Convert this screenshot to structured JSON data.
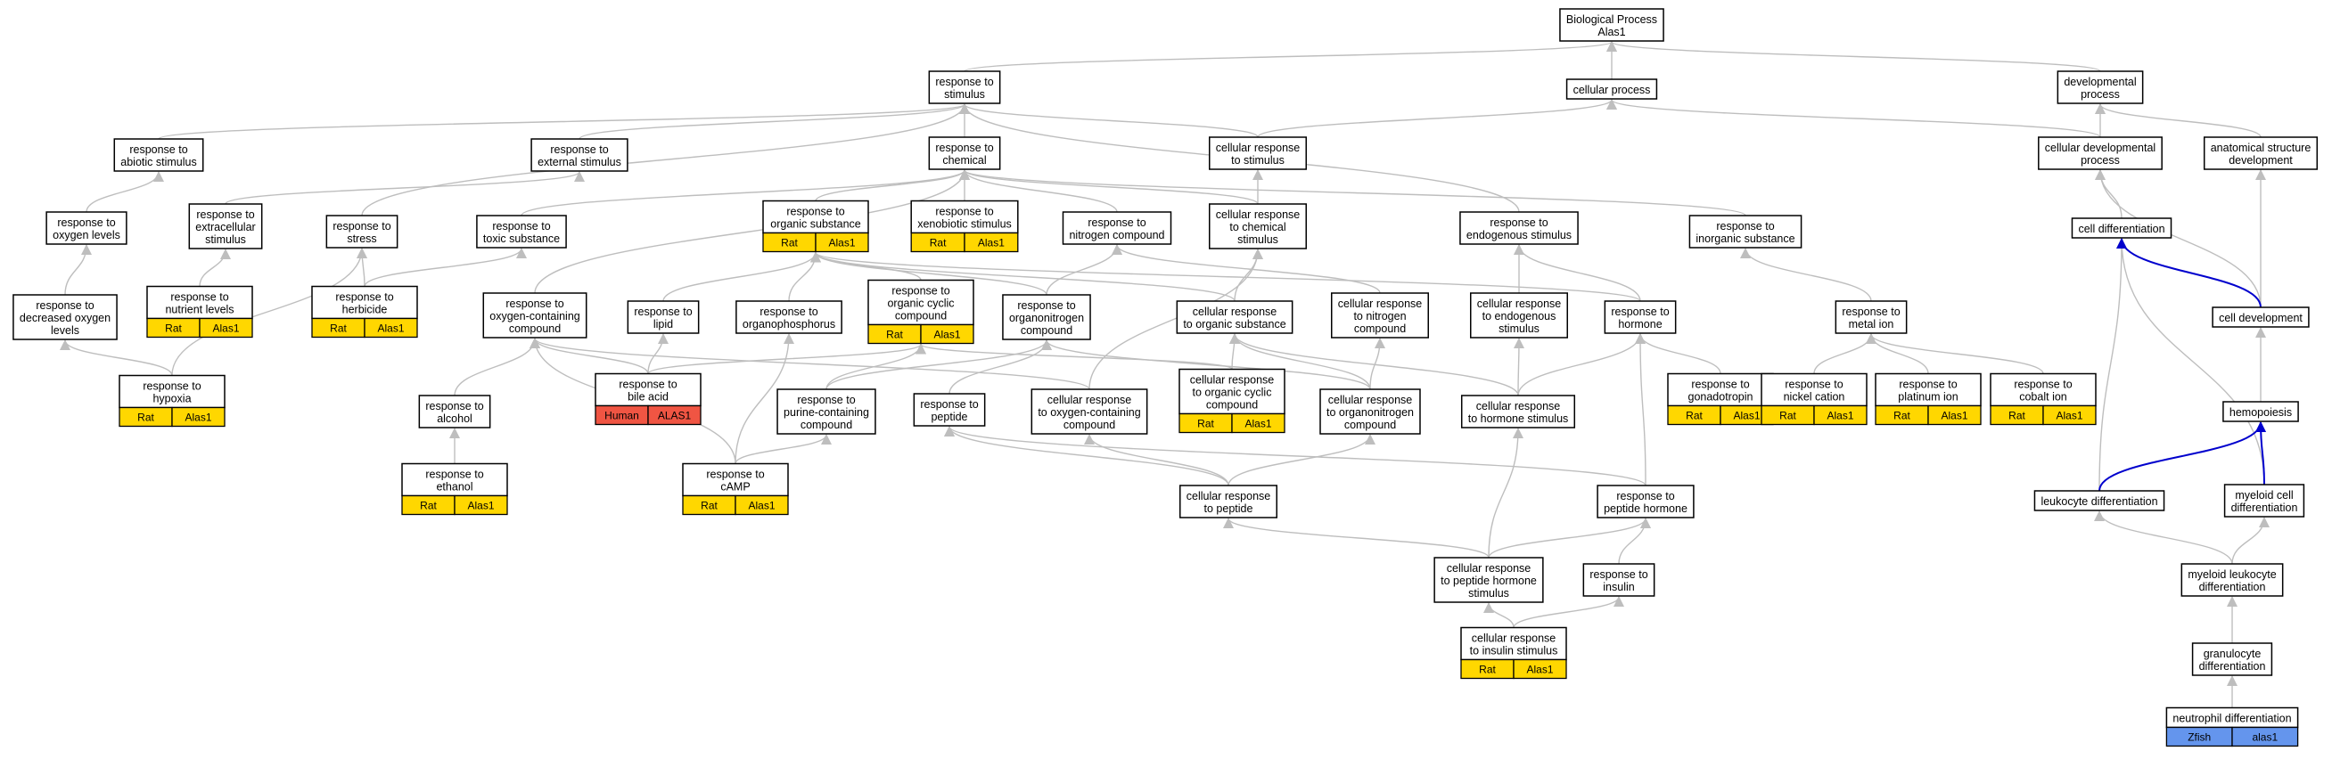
{
  "colors": {
    "rat": "#FFD700",
    "human": "#F05543",
    "zfish": "#6495ED",
    "edge_gray": "#BEBEBE",
    "edge_blue": "#0000CD"
  },
  "nodes": {
    "bp": [
      "Biological Process",
      "Alas1"
    ],
    "rstim": [
      "response to",
      "stimulus"
    ],
    "cproc": [
      "cellular process"
    ],
    "devp": [
      "developmental",
      "process"
    ],
    "rabio": [
      "response to",
      "abiotic stimulus"
    ],
    "rext": [
      "response to",
      "external stimulus"
    ],
    "rchem": [
      "response to",
      "chemical"
    ],
    "crstim": [
      "cellular response",
      "to stimulus"
    ],
    "cdev": [
      "cellular developmental",
      "process"
    ],
    "asdev": [
      "anatomical structure",
      "development"
    ],
    "roxy": [
      "response to",
      "oxygen levels"
    ],
    "rextc": [
      "response to",
      "extracellular",
      "stimulus"
    ],
    "rstress": [
      "response to",
      "stress"
    ],
    "rtox": [
      "response to",
      "toxic substance"
    ],
    "rorg": [
      "response to",
      "organic substance"
    ],
    "rxeno": [
      "response to",
      "xenobiotic stimulus"
    ],
    "rnitro": [
      "response to",
      "nitrogen compound"
    ],
    "crchem": [
      "cellular response",
      "to chemical",
      "stimulus"
    ],
    "rendo": [
      "response to",
      "endogenous stimulus"
    ],
    "rinorg": [
      "response to",
      "inorganic substance"
    ],
    "celldiff": [
      "cell differentiation"
    ],
    "rdecox": [
      "response to",
      "decreased oxygen",
      "levels"
    ],
    "rnutr": [
      "response to",
      "nutrient levels"
    ],
    "rherb": [
      "response to",
      "herbicide"
    ],
    "roxcmp": [
      "response to",
      "oxygen-containing",
      "compound"
    ],
    "rlipid": [
      "response to",
      "lipid"
    ],
    "rophos": [
      "response to",
      "organophosphorus"
    ],
    "rocyc": [
      "response to",
      "organic cyclic",
      "compound"
    ],
    "ronit": [
      "response to",
      "organonitrogen",
      "compound"
    ],
    "crorg": [
      "cellular response",
      "to organic substance"
    ],
    "crnit": [
      "cellular response",
      "to nitrogen",
      "compound"
    ],
    "crendo": [
      "cellular response",
      "to endogenous",
      "stimulus"
    ],
    "rhorm": [
      "response to",
      "hormone"
    ],
    "rmetal": [
      "response to",
      "metal ion"
    ],
    "celldev": [
      "cell development"
    ],
    "rhypox": [
      "response to",
      "hypoxia"
    ],
    "ralc": [
      "response to",
      "alcohol"
    ],
    "rbile": [
      "response to",
      "bile acid"
    ],
    "rpur": [
      "response to",
      "purine-containing",
      "compound"
    ],
    "rpep": [
      "response to",
      "peptide"
    ],
    "croxc": [
      "cellular response",
      "to oxygen-containing",
      "compound"
    ],
    "crocyc": [
      "cellular response",
      "to organic cyclic",
      "compound"
    ],
    "cronit": [
      "cellular response",
      "to organonitrogen",
      "compound"
    ],
    "crhorm": [
      "cellular response",
      "to hormone stimulus"
    ],
    "rgonad": [
      "response to",
      "gonadotropin"
    ],
    "rnickel": [
      "response to",
      "nickel cation"
    ],
    "rplat": [
      "response to",
      "platinum ion"
    ],
    "rcobalt": [
      "response to",
      "cobalt ion"
    ],
    "hemo": [
      "hemopoiesis"
    ],
    "rethan": [
      "response to",
      "ethanol"
    ],
    "rcamp": [
      "response to",
      "cAMP"
    ],
    "crpep": [
      "cellular response",
      "to peptide"
    ],
    "rpephorm": [
      "response to",
      "peptide hormone"
    ],
    "leukdiff": [
      "leukocyte differentiation"
    ],
    "myeldiff": [
      "myeloid cell",
      "differentiation"
    ],
    "crpephorm": [
      "cellular response",
      "to peptide hormone",
      "stimulus"
    ],
    "rins": [
      "response to",
      "insulin"
    ],
    "myleuk": [
      "myeloid leukocyte",
      "differentiation"
    ],
    "crins": [
      "cellular response",
      "to insulin stimulus"
    ],
    "granu": [
      "granulocyte",
      "differentiation"
    ],
    "neutro": [
      "neutrophil differentiation"
    ]
  },
  "annotations": {
    "rorg": [
      "Rat",
      "Alas1"
    ],
    "rxeno": [
      "Rat",
      "Alas1"
    ],
    "rnutr": [
      "Rat",
      "Alas1"
    ],
    "rherb": [
      "Rat",
      "Alas1"
    ],
    "rocyc": [
      "Rat",
      "Alas1"
    ],
    "rhypox": [
      "Rat",
      "Alas1"
    ],
    "rbile": [
      "Human",
      "ALAS1"
    ],
    "crocyc": [
      "Rat",
      "Alas1"
    ],
    "rgonad": [
      "Rat",
      "Alas1"
    ],
    "rnickel": [
      "Rat",
      "Alas1"
    ],
    "rplat": [
      "Rat",
      "Alas1"
    ],
    "rcobalt": [
      "Rat",
      "Alas1"
    ],
    "rethan": [
      "Rat",
      "Alas1"
    ],
    "rcamp": [
      "Rat",
      "Alas1"
    ],
    "crins": [
      "Rat",
      "Alas1"
    ],
    "neutro": [
      "Zfish",
      "alas1"
    ]
  }
}
